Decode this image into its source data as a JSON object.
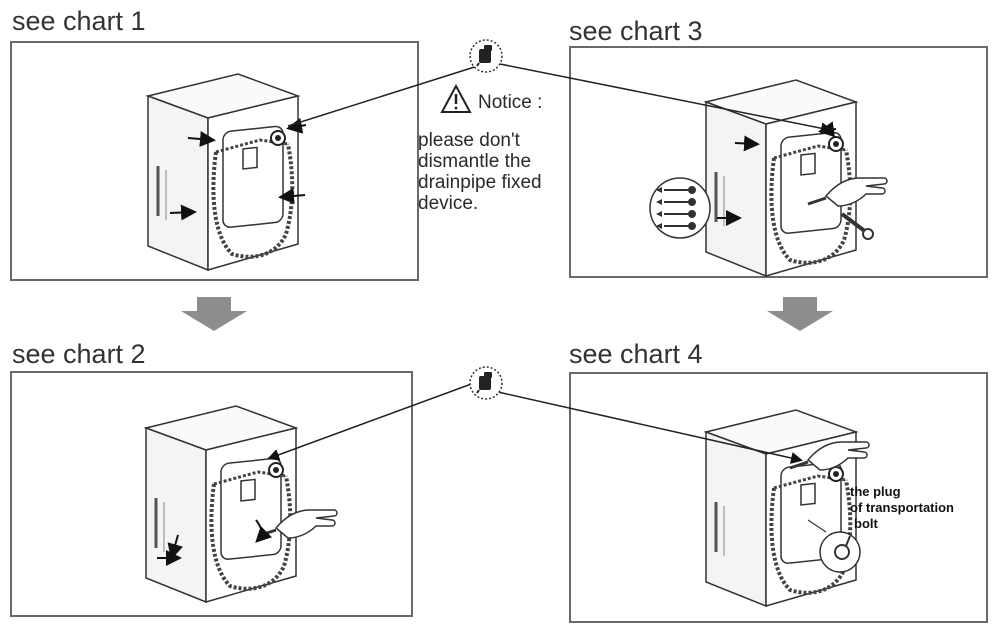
{
  "charts": [
    {
      "title": "see chart 1"
    },
    {
      "title": "see chart 2"
    },
    {
      "title": "see chart 3"
    },
    {
      "title": "see chart 4"
    }
  ],
  "notice": {
    "heading": "Notice :",
    "body_lines": [
      "please don't",
      "dismantle the",
      "drainpipe fixed",
      "device."
    ]
  },
  "plug_label_lines": [
    "the plug",
    "of transportation",
    "bolt"
  ],
  "icons": [
    "warning-triangle-icon",
    "drainpipe-fixed-device-icon",
    "down-arrow-icon",
    "bolt-icon",
    "hand-icon",
    "wrench-icon"
  ]
}
